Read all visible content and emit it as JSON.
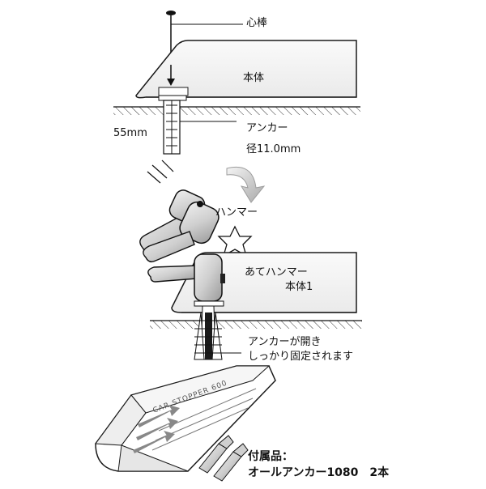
{
  "labels": {
    "core_pin": "心棒",
    "body_top": "本体",
    "size_55": "55mm",
    "anchor": "アンカー",
    "diameter": "径11.0mm",
    "hammer": "ハンマー",
    "backing_hammer": "あてハンマー",
    "body_1": "本体1",
    "anchor_open_line1": "アンカーが開き",
    "anchor_open_line2": "しっかり固定されます",
    "accessory_line1": "付属品：",
    "accessory_line2": "オールアンカー1080　2本"
  },
  "product": {
    "stamp_text": "CAR STOPPER 600"
  },
  "colors": {
    "outline": "#1a1a1a",
    "body_fill": "#f4f4f4",
    "hammer_fill": "#d9d9d9",
    "dark": "#222222",
    "arrow_gray": "#bdbdbd"
  },
  "icons": {
    "curved_arrow": "curved-down-arrow-icon",
    "impact": "impact-star-icon"
  }
}
